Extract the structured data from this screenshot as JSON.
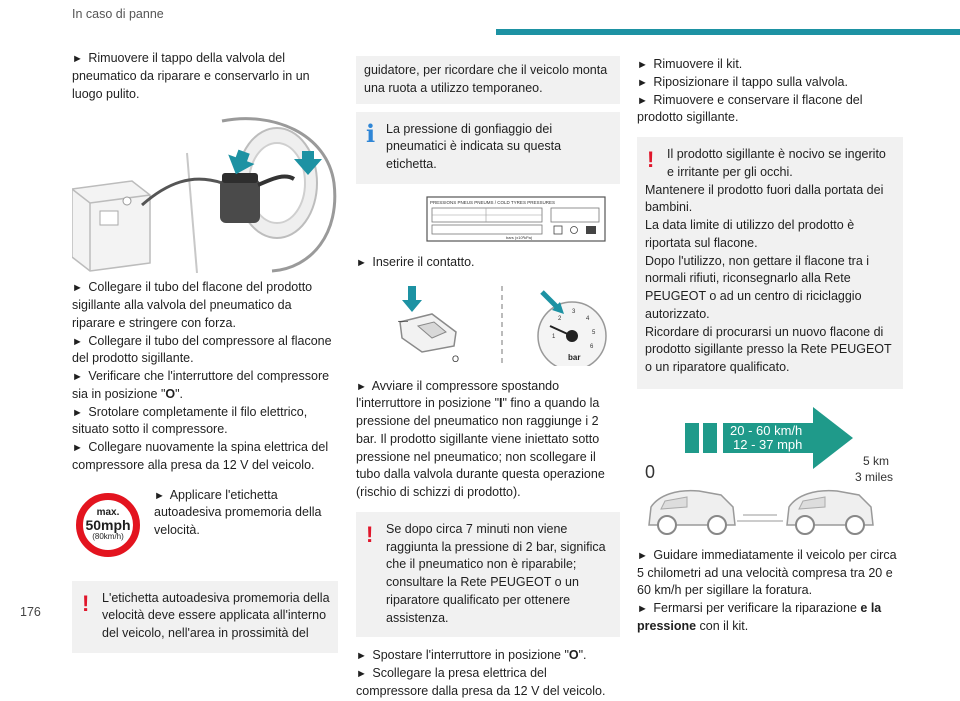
{
  "header": {
    "title": "In caso di panne",
    "page_number": "176"
  },
  "col1": {
    "p1": "Rimuovere il tappo della valvola del pneumatico da riparare e conservarlo in un luogo pulito.",
    "steps": [
      "Collegare il tubo del flacone del prodotto sigillante alla valvola del pneumatico da riparare e stringere con forza.",
      "Collegare il tubo del compressore al flacone del prodotto sigillante.",
      "Verificare che l'interruttore del compressore sia in posizione \"",
      "Srotolare completamente il filo elettrico, situato sotto il compressore.",
      "Collegare nuovamente la spina elettrica del compressore alla presa da 12 V del veicolo."
    ],
    "switch_o": "O",
    "switch_o_suffix": "\".",
    "sign": {
      "l1": "max.",
      "l2": "50mph",
      "l3": "(80km/h)"
    },
    "sign_text": "Applicare l'etichetta autoadesiva promemoria della velocità.",
    "warning": "L'etichetta autoadesiva promemoria della velocità deve essere applicata all'interno del veicolo, nell'area in prossimità del"
  },
  "col2": {
    "warning_cont": "guidatore, per ricordare che il veicolo monta una ruota a utilizzo temporaneo.",
    "info": "La pressione di gonfiaggio dei pneumatici è indicata su questa etichetta.",
    "label_img": {
      "title": "PRESSIONS PNEUS PNEUMS / COLD TYRES PRESSURES",
      "unit": "bars (x10³kPa)"
    },
    "step_ignition": "Inserire il contatto.",
    "gauge_unit": "bar",
    "gauge_ticks": [
      "1",
      "2",
      "3",
      "4",
      "5",
      "6"
    ],
    "step_compressor_a": "Avviare il compressore spostando l'interruttore in posizione \"",
    "switch_i": "I",
    "step_compressor_b": "\" fino a quando la pressione del pneumatico non raggiunge i 2 bar. Il prodotto sigillante viene iniettato sotto pressione nel pneumatico; non scollegare il tubo dalla valvola durante questa operazione (rischio di schizzi di prodotto).",
    "warning2": "Se dopo circa 7 minuti non viene raggiunta la pressione di 2 bar, significa che il pneumatico non è riparabile; consultare la Rete PEUGEOT o un riparatore qualificato per ottenere assistenza.",
    "step_switch_a": "Spostare l'interruttore in posizione \"",
    "switch_o": "O",
    "step_switch_b": "\".",
    "step_unplug": "Scollegare la presa elettrica del compressore dalla presa da 12 V del veicolo."
  },
  "col3": {
    "steps": [
      "Rimuovere il kit.",
      "Riposizionare il tappo sulla valvola.",
      "Rimuovere e conservare il flacone del prodotto sigillante."
    ],
    "warning_lines": [
      "Il prodotto sigillante è nocivo se ingerito e irritante per gli occhi.",
      "Mantenere il prodotto fuori dalla portata dei bambini.",
      "La data limite di utilizzo del prodotto è riportata sul flacone.",
      "Dopo l'utilizzo, non gettare il flacone tra i normali rifiuti, riconsegnarlo alla Rete PEUGEOT o ad un centro di riciclaggio autorizzato.",
      "Ricordare di procurarsi un nuovo flacone di prodotto sigillante presso la Rete PEUGEOT o un riparatore qualificato."
    ],
    "speed_kmh": "20 - 60 km/h",
    "speed_mph": "12 - 37 mph",
    "start": "0",
    "dist_km": "5 km",
    "dist_miles": "3 miles",
    "step_drive": "Guidare immediatamente il veicolo per circa 5 chilometri ad una velocità compresa tra 20 e 60 km/h per sigillare la foratura.",
    "step_stop_a": "Fermarsi per verificare la riparazione ",
    "step_stop_bold1": "e la pressione",
    "step_stop_b": " con il kit."
  },
  "colors": {
    "accent": "#1d92a3",
    "warning": "#e0162b",
    "info": "#2f86d6",
    "speed_arrow": "#1f9a8a"
  }
}
